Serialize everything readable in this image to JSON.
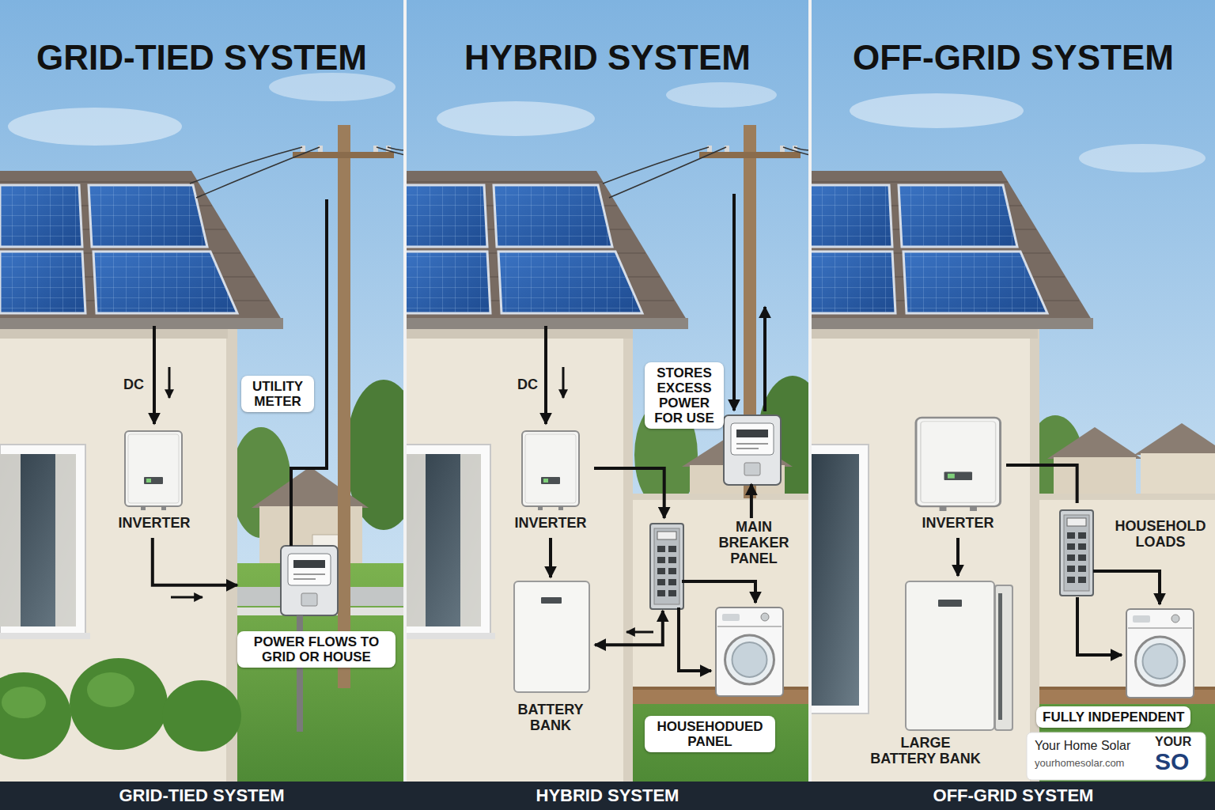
{
  "diagram": {
    "nodes": [
      {
        "text": [
          "GRID-TIED SYSTEM"
        ]
      },
      {
        "text": [
          "INVERTER"
        ],
        "in": 0
      },
      {
        "text": [
          "UTILITY METER"
        ],
        "in": 0
      },
      {
        "text": [
          "HYBRID SYSTEM"
        ]
      },
      {
        "text": [
          "INVERTER"
        ],
        "in": 3
      },
      {
        "text": [
          "STORES EXCESS POWER FOR USE"
        ],
        "in": 3
      },
      {
        "text": [
          "MAIN BREAKER PANEL"
        ],
        "in": 3
      },
      {
        "text": [
          "BATTERY BANK"
        ],
        "in": 3
      },
      {
        "text": [
          "OFF-GRID SYSTEM"
        ]
      },
      {
        "text": [
          "INVERTER"
        ],
        "in": 8
      },
      {
        "text": [
          "HOUSEHOLD LOADS"
        ],
        "in": 8
      },
      {
        "text": [
          "LARGE BATTERY BANK"
        ],
        "in": 8
      }
    ],
    "edges": [
      {
        "from": 1,
        "to": 2,
        "arrow": "to"
      },
      {
        "from": 4,
        "to": 7,
        "arrow": "to"
      },
      {
        "from": 4,
        "to": 6,
        "arrow": "to"
      },
      {
        "from": 6,
        "to": 7,
        "arrow": "both"
      },
      {
        "from": 6,
        "to": 5,
        "arrow": "to"
      },
      {
        "from": 9,
        "to": 11,
        "arrow": "to"
      },
      {
        "from": 9,
        "to": 10,
        "arrow": "none"
      }
    ],
    "labels": [
      "DC",
      "POWER FLOWS TO GRID OR HOUSE",
      "DC",
      "HOUSEHODUED PANEL",
      "FULLY INDEPENDENT",
      "GRID-TIED SYSTEM",
      "HYBRID SYSTEM",
      "OFF-GRID SYSTEM",
      "Your Home Solar",
      "yourhomesolar.com",
      "YOUR",
      "SO"
    ]
  }
}
